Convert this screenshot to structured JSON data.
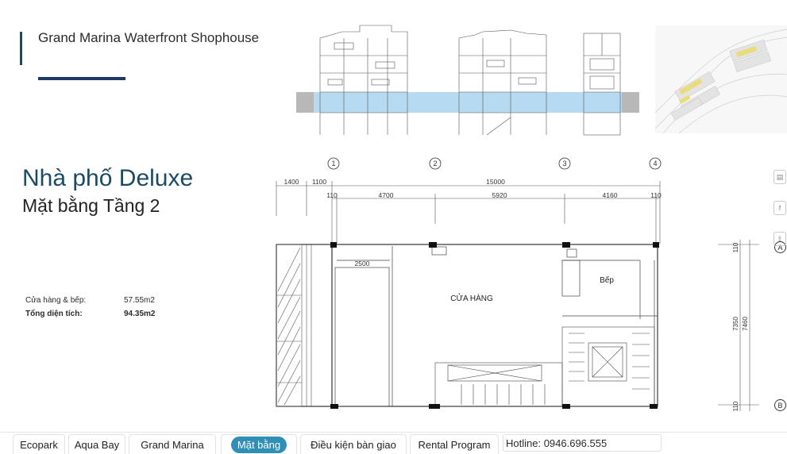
{
  "header": {
    "brand_bold": "Grand Marina",
    "brand_rest": "Waterfront Shophouse"
  },
  "title": {
    "main_strong": "Nhà phố",
    "main_rest": "Deluxe",
    "subtitle": "Mặt bằng Tầng 2"
  },
  "areas": [
    {
      "label": "Cửa hàng & bếp:",
      "value": "57.55m2"
    },
    {
      "label": "Tổng diện tích:",
      "value": "94.35m2"
    }
  ],
  "plan": {
    "grid_markers": [
      "1",
      "2",
      "3",
      "4"
    ],
    "side_markers": [
      "A",
      "B"
    ],
    "top_dims_row1": [
      "1400",
      "1100",
      "15000"
    ],
    "top_dims_row2": [
      "110",
      "4700",
      "5920",
      "4160",
      "110"
    ],
    "right_dims": [
      "110",
      "7350",
      "7460",
      "110"
    ],
    "inner_dim": "2500",
    "room_shop": "CỬA HÀNG",
    "room_kitchen": "Bếp"
  },
  "nav": {
    "items": [
      "Ecopark",
      "Aqua Bay",
      "Grand Marina",
      "Mặt bằng",
      "Điều kiện bàn giao",
      "Rental Program"
    ],
    "active": "Mặt bằng",
    "hotline": "Hotline: 0946.696.555"
  },
  "colors": {
    "brand_navy": "#1d3a66",
    "title_blue": "#1c4a63",
    "active_pill": "#2f8fb6",
    "section_highlight": "#a8d4ee"
  },
  "icons": [
    "document-icon",
    "facebook-icon",
    "share-icon"
  ]
}
